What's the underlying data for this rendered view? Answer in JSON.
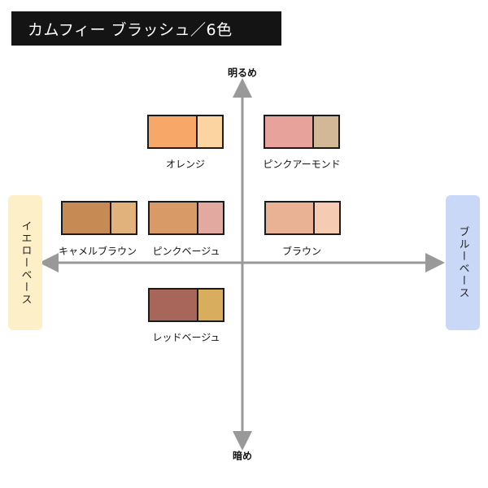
{
  "title": "カムフィー ブラッシュ／6色",
  "axes": {
    "top_label": "明るめ",
    "bottom_label": "暗め",
    "left_label": "イエローベース",
    "right_label": "ブルーベース"
  },
  "colors": {
    "axis": "#999999",
    "yellow_base_bg": "#fdf0c8",
    "blue_base_bg": "#c9d8f6"
  },
  "palettes": [
    {
      "id": "orange",
      "name": "オレンジ",
      "main_color": "#f7a868",
      "sub_color": "#fbd4a2"
    },
    {
      "id": "pink-almond",
      "name": "ピンクアーモンド",
      "main_color": "#e8a29c",
      "sub_color": "#d3b898"
    },
    {
      "id": "camel-brown",
      "name": "キャメルブラウン",
      "main_color": "#c68a55",
      "sub_color": "#e1b27c"
    },
    {
      "id": "pink-beige",
      "name": "ピンクベージュ",
      "main_color": "#d89a66",
      "sub_color": "#e1a9a0"
    },
    {
      "id": "brown",
      "name": "ブラウン",
      "main_color": "#e9b294",
      "sub_color": "#f6cbb3"
    },
    {
      "id": "red-beige",
      "name": "レッドベージュ",
      "main_color": "#a8655a",
      "sub_color": "#d9ad5e"
    }
  ]
}
